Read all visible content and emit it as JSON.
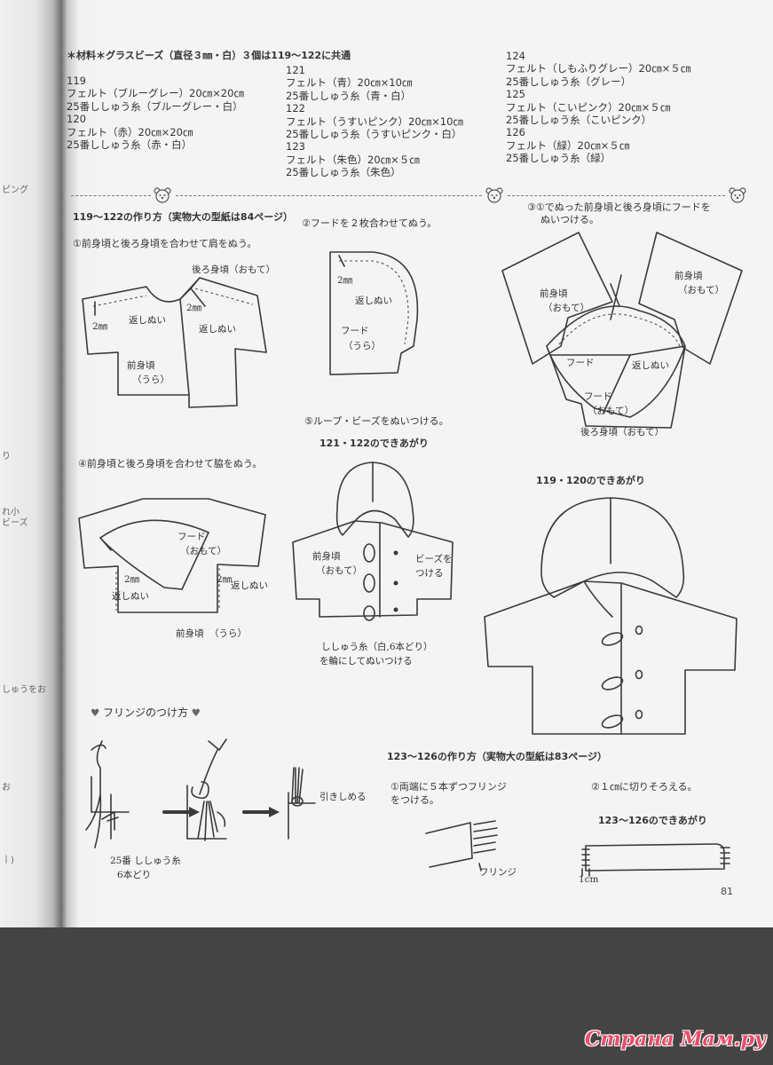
{
  "materials": {
    "header": "＊材料＊グラスビーズ（直径３㎜・白）３個は119～122に共通",
    "col1": [
      "119",
      "フェルト（ブルーグレー）20㎝×20㎝",
      "25番ししゅう糸（ブルーグレー・白）",
      "120",
      "フェルト（赤）20㎝×20㎝",
      "25番ししゅう糸（赤・白）"
    ],
    "col2": [
      "121",
      "フェルト（青）20㎝×10㎝",
      "25番ししゅう糸（青・白）",
      "122",
      "フェルト（うすいピンク）20㎝×10㎝",
      "25番ししゅう糸（うすいピンク・白）",
      "123",
      "フェルト（朱色）20㎝×５㎝",
      "25番ししゅう糸（朱色）"
    ],
    "col3": [
      "124",
      "フェルト（しもふりグレー）20㎝×５㎝",
      "25番ししゅう糸（グレー）",
      "125",
      "フェルト（こいピンク）20㎝×５㎝",
      "25番ししゅう糸（こいピンク）",
      "126",
      "フェルト（緑）20㎝×５㎝",
      "25番ししゅう糸（緑）"
    ]
  },
  "section1": {
    "title": "119～122の作り方（実物大の型紙は84ページ）",
    "step1": "①前身頃と後ろ身頃を合わせて肩をぬう。",
    "step2": "②フードを２枚合わせてぬう。",
    "step3_line1": "③①でぬった前身頃と後ろ身頃にフードを",
    "step3_line2": "ぬいつける。",
    "step4": "④前身頃と後ろ身頃を合わせて脇をぬう。",
    "step5": "⑤ループ・ビーズをぬいつける。",
    "done_121_122": "121・122のできあがり",
    "done_119_120": "119・120のできあがり"
  },
  "labels": {
    "back_front": "後ろ身頃（おもて）",
    "mm2": "2㎜",
    "kaeshi": "返しぬい",
    "front_back": "前身頃",
    "ura": "（うら）",
    "omote": "（おもて）",
    "hood": "フード",
    "beads_line1": "ビーズを",
    "beads_line2": "つける",
    "thread_line1": "ししゅう糸（白,6本どり）",
    "thread_line2": "を輪にしてぬいつける"
  },
  "fringe": {
    "title": "フリンジのつけ方",
    "pull": "引きしめる",
    "thread_line1": "25番 ししゅう糸",
    "thread_line2": "6本どり"
  },
  "section2": {
    "title": "123～126の作り方（実物大の型紙は83ページ）",
    "step1_line1": "①両端に５本ずつフリンジ",
    "step1_line2": "をつける。",
    "step2": "②１㎝に切りそろえる。",
    "fringe_label": "フリンジ",
    "done": "123～126のできあがり",
    "cm1": "1cm"
  },
  "page_number": "81",
  "watermark": "Страна Мам.ру",
  "left_fragments": [
    "ピング",
    "り",
    "れ小",
    "ビーズ",
    "しゅうをお",
    "お",
    "丨)"
  ]
}
